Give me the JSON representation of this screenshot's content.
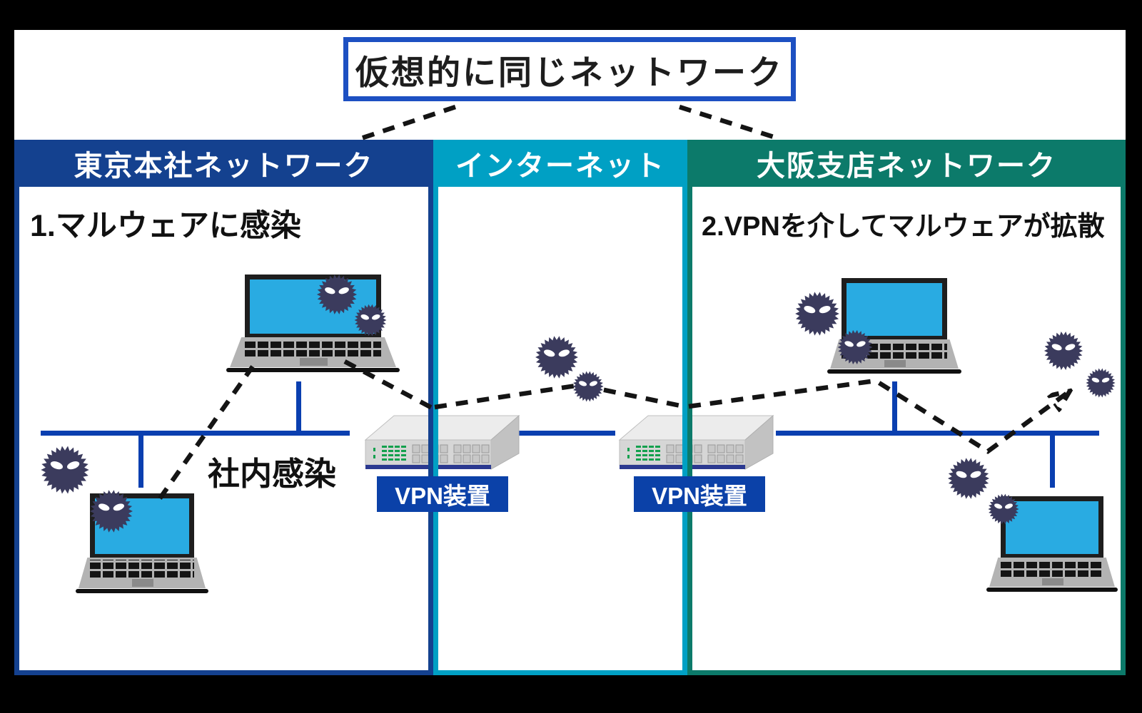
{
  "title": {
    "text": "仮想的に同じネットワーク"
  },
  "bands": [
    {
      "id": "tokyo",
      "label": "東京本社ネットワーク"
    },
    {
      "id": "internet",
      "label": "インターネット"
    },
    {
      "id": "osaka",
      "label": "大阪支店ネットワーク"
    }
  ],
  "steps": {
    "step1": "1.マルウェアに感染",
    "step2": "2.VPNを介してマルウェアが拡散",
    "internal_infection": "社内感染"
  },
  "vpn": {
    "label": "VPN装置"
  },
  "icons": {
    "malware": "virus-icon (spiky circle with angry eyes)",
    "laptop": "laptop-icon",
    "vpn_device": "network-switch-icon"
  },
  "colors": {
    "tokyo_blue": "#14418F",
    "internet_cyan": "#00A0C4",
    "osaka_teal": "#0C7A6A",
    "line_blue": "#0A3FB0",
    "label_blue": "#0B41A8",
    "title_border_blue": "#1D50C2",
    "malware_navy": "#3B3B5D",
    "screen_cyan": "#29ABE2",
    "text_black": "#141414",
    "card_white": "#FFFFFF",
    "frame_black": "#000000"
  }
}
